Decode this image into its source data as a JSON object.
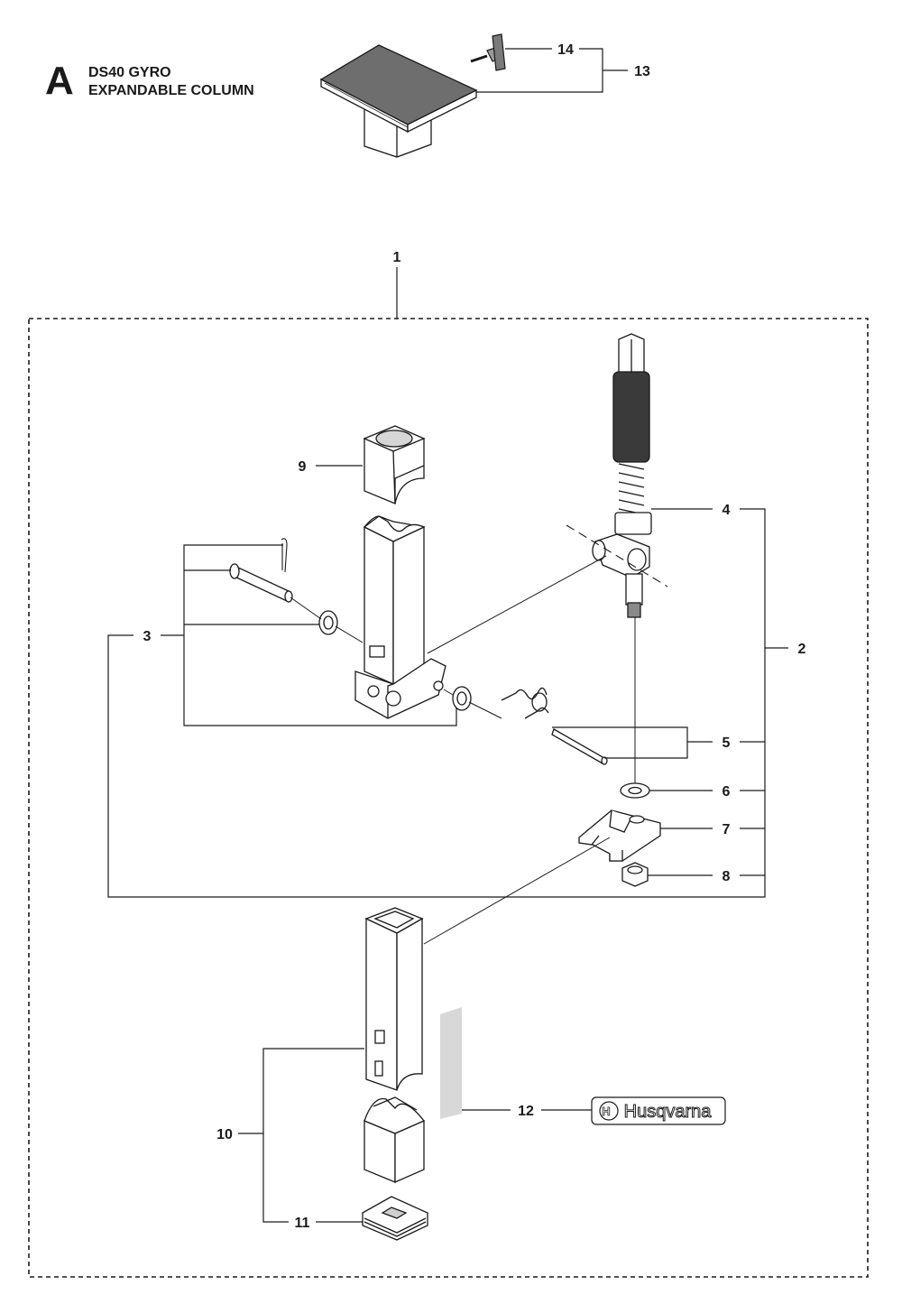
{
  "header": {
    "section_letter": "A",
    "title_line1": "DS40 GYRO",
    "title_line2": "EXPANDABLE COLUMN"
  },
  "callouts": {
    "c1": "1",
    "c2": "2",
    "c3": "3",
    "c4": "4",
    "c5": "5",
    "c6": "6",
    "c7": "7",
    "c8": "8",
    "c9": "9",
    "c10": "10",
    "c11": "11",
    "c12": "12",
    "c13": "13",
    "c14": "14"
  },
  "decal": {
    "brand_text": "Husqvarna"
  },
  "colors": {
    "ink": "#1a1a1a",
    "plate_top": "#6e6e6e",
    "knurl": "#3a3a3a",
    "decal_bg": "#d8d8d8"
  }
}
